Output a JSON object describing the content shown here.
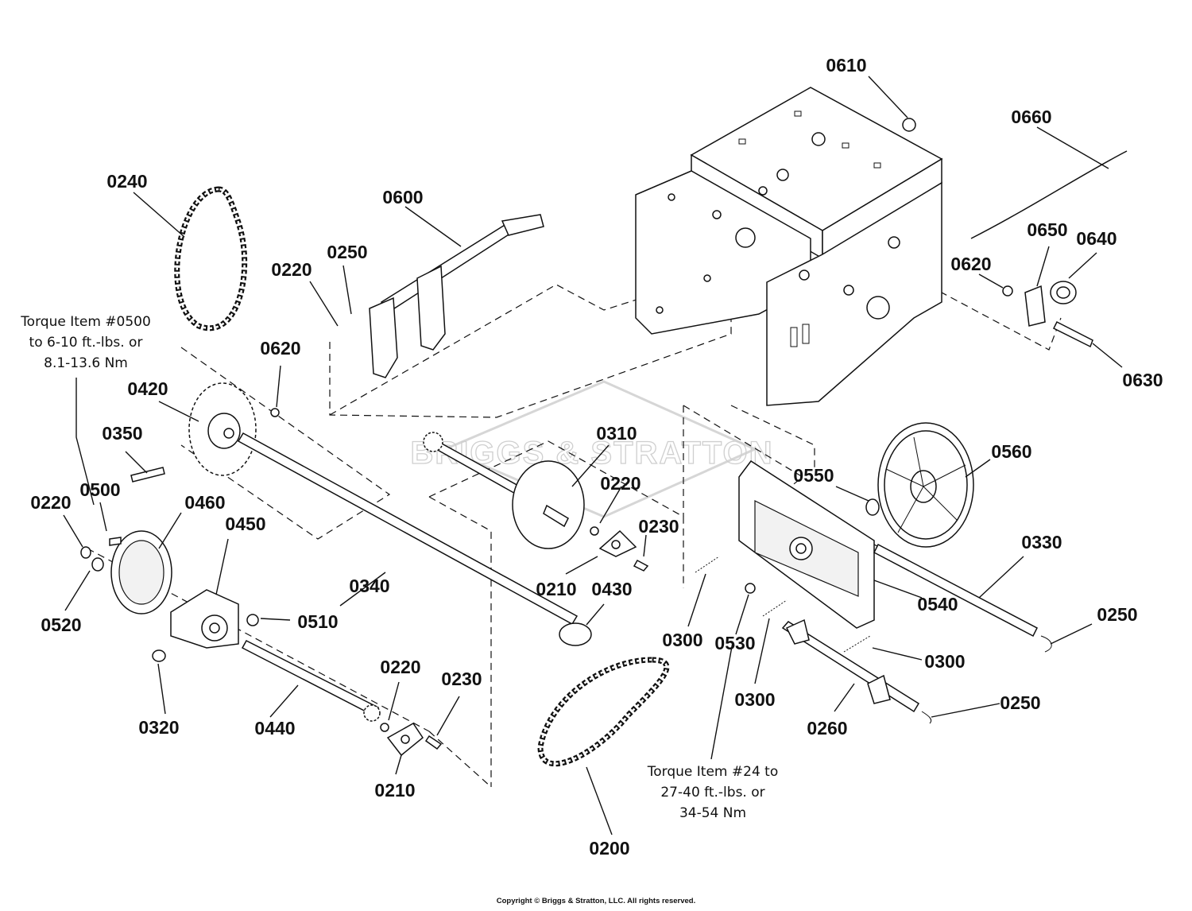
{
  "diagram": {
    "part_numbers": [
      "0610",
      "0660",
      "0240",
      "0600",
      "0250",
      "0220",
      "0650",
      "0640",
      "0620",
      "0620",
      "0630",
      "0420",
      "0350",
      "0500",
      "0220",
      "0460",
      "0450",
      "0520",
      "0510",
      "0320",
      "0340",
      "0440",
      "0220",
      "0230",
      "0210",
      "0310",
      "0220",
      "0230",
      "0210",
      "0430",
      "0560",
      "0550",
      "0330",
      "0540",
      "0300",
      "0530",
      "0300",
      "0300",
      "0260",
      "0250",
      "0250",
      "0200"
    ],
    "torque_note_1": [
      "Torque Item #0500",
      "to 6-10 ft.-lbs. or",
      "8.1-13.6 Nm"
    ],
    "torque_note_2": [
      "Torque Item #24 to",
      "27-40 ft.-lbs. or",
      "34-54 Nm"
    ],
    "watermark": "BRIGGS & STRATTON",
    "copyright": "Copyright © Briggs & Stratton, LLC. All rights reserved."
  },
  "colors": {
    "line": "#111111",
    "background": "#ffffff",
    "watermark": "#cfcfcf"
  }
}
